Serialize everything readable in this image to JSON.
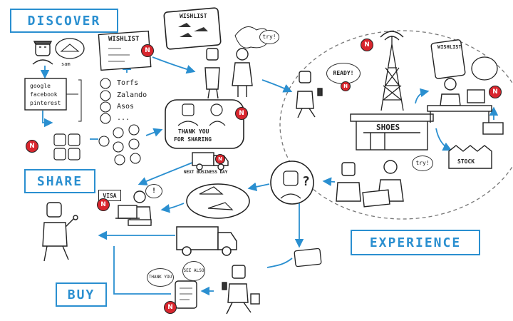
{
  "stage_labels": {
    "discover": "DISCOVER",
    "share": "SHARE",
    "buy": "BUY",
    "experience": "EXPERIENCE"
  },
  "discover": {
    "person_name": "sam",
    "search_box": [
      "google",
      "facebook",
      "pinterest"
    ],
    "retailers": [
      "Torfs",
      "Zalando",
      "Asos",
      "..."
    ],
    "wishlist_card": "WISHLIST",
    "wishlist_tablet": "WISHLIST",
    "try_bubble": "try!"
  },
  "share": {
    "thank_you_lines": [
      "THANK YOU",
      "FOR SHARING"
    ]
  },
  "experience": {
    "ready_bubble": "READY!",
    "shoes_sign": "SHOES",
    "stock_sign": "STOCK",
    "wishlist_store": "WISHLIST",
    "try_bubble": "try!",
    "question_mark": "?"
  },
  "buy": {
    "next_day_label": "NEXT BUSINESS DAY",
    "visa_label": "VISA",
    "exclaim_bubble": "!",
    "thank_you_bubble": "THANK YOU",
    "see_also_bubble": "SEE ALSO"
  },
  "brand": {
    "badge_letter": "N",
    "badge_color": "#d8262e",
    "accent_color": "#2a8fd0"
  }
}
